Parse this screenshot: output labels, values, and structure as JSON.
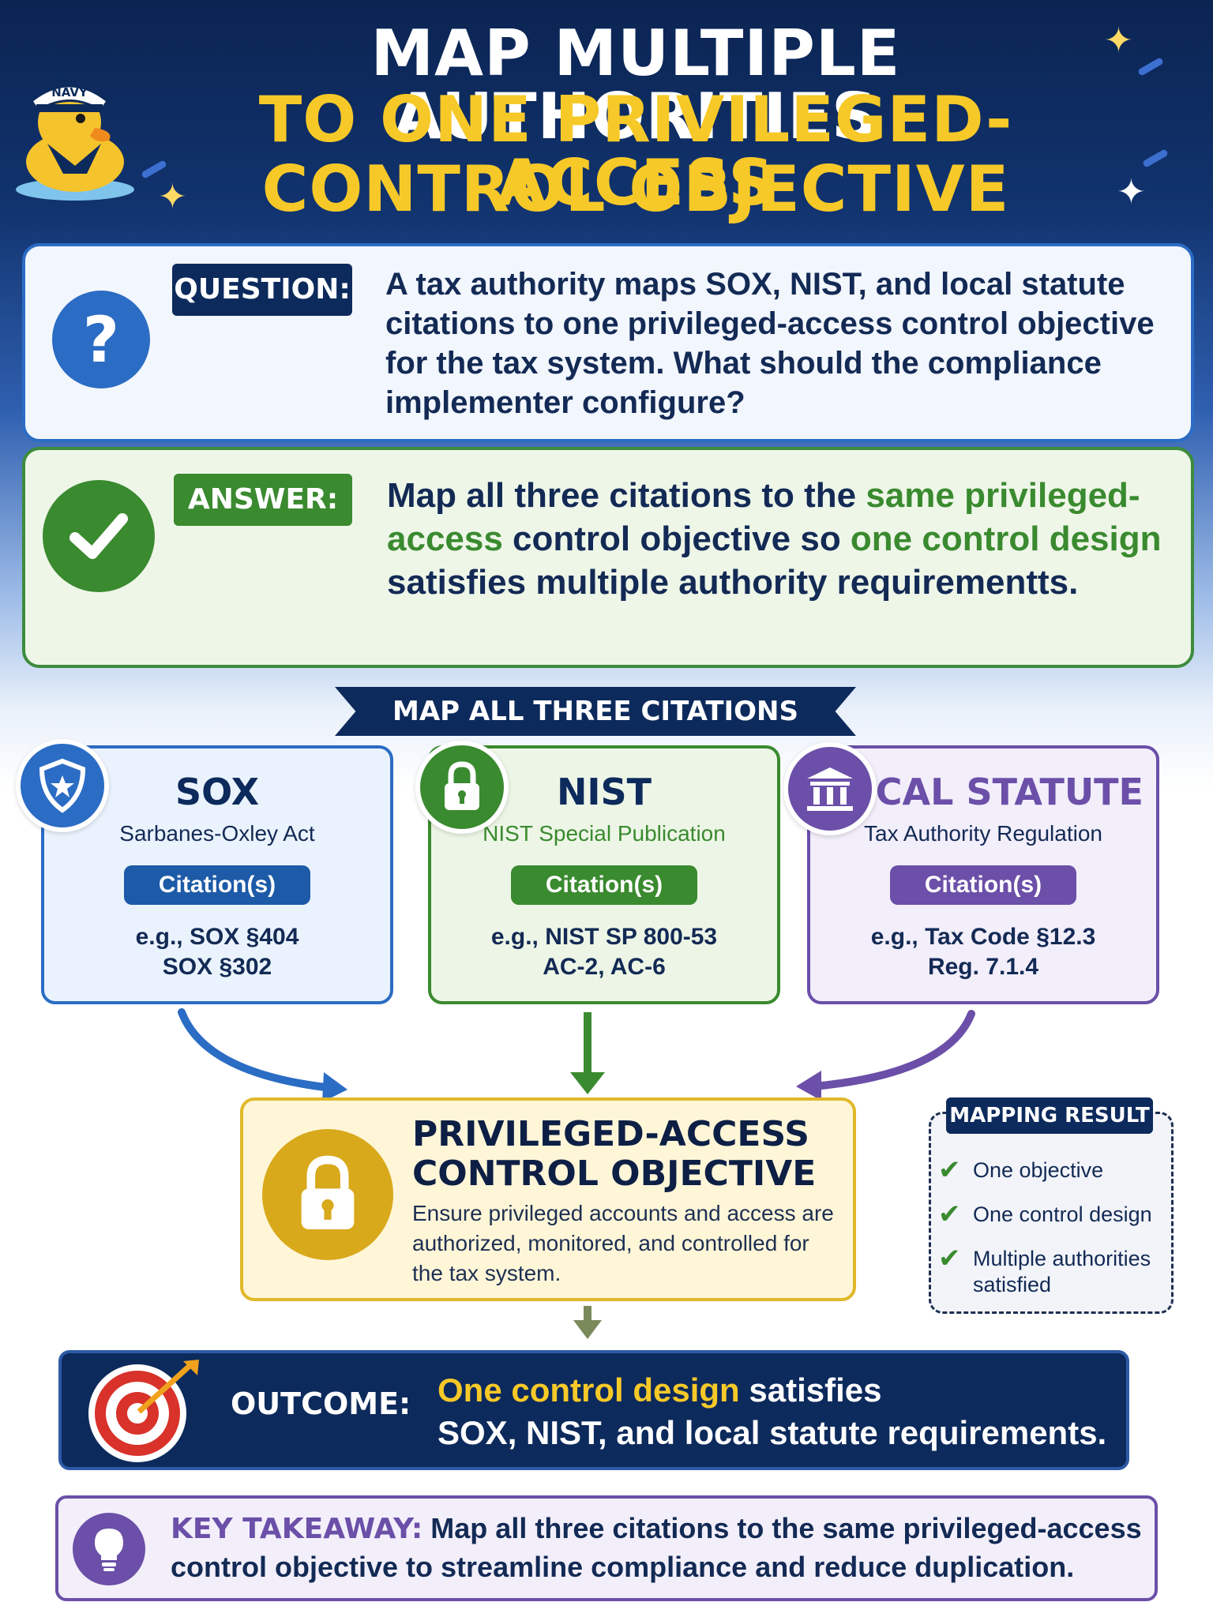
{
  "header": {
    "title_line1": "MAP MULTIPLE AUTHORITIES",
    "title_line2": "TO ONE PRIVILEGED-ACCESS",
    "title_line3": "CONTROL OBJECTIVE",
    "mascot_hat_text": "NAVY"
  },
  "question": {
    "label": "QUESTION:",
    "text": "A tax authority maps SOX, NIST, and local statute citations to one privileged-access control objective for the tax system. What should the compliance implementer configure?"
  },
  "answer": {
    "label": "ANSWER:",
    "part1": "Map all three citations to the ",
    "hl1": "same privileged-access",
    "part2": " control objective so ",
    "hl2": "one control design",
    "part3": " satisfies multiple authority requirementts."
  },
  "ribbon": {
    "label": "MAP ALL THREE CITATIONS"
  },
  "authorities": [
    {
      "title": "SOX",
      "subtitle": "Sarbanes-Oxley Act",
      "pill": "Citation(s)",
      "example_line1": "e.g., SOX §404",
      "example_line2": "SOX §302",
      "color": "#2b6cc4",
      "icon": "shield-star-icon"
    },
    {
      "title": "NIST",
      "subtitle": "NIST Special Publication",
      "pill": "Citation(s)",
      "example_line1": "e.g., NIST SP 800-53",
      "example_line2": "AC-2, AC-6",
      "color": "#3a8a2f",
      "icon": "padlock-icon"
    },
    {
      "title": "LOCAL STATUTE",
      "subtitle": "Tax Authority Regulation",
      "pill": "Citation(s)",
      "example_line1": "e.g., Tax Code §12.3",
      "example_line2": "Reg. 7.1.4",
      "color": "#6b4fa8",
      "icon": "courthouse-icon"
    }
  ],
  "objective": {
    "title_line1": "PRIVILEGED-ACCESS",
    "title_line2": "CONTROL OBJECTIVE",
    "description": "Ensure privileged accounts and access are authorized, monitored, and controlled for the tax system."
  },
  "mapping_result": {
    "title": "MAPPING RESULT",
    "items": [
      "One objective",
      "One control design",
      "Multiple authorities satisfied"
    ]
  },
  "outcome": {
    "label": "OUTCOME:",
    "hl": "One control design",
    "text1": " satisfies",
    "text2": "SOX, NIST, and local statute requirements."
  },
  "takeaway": {
    "label": "KEY TAKEAWAY:",
    "text": " Map all three citations to the same privileged-access control objective to streamline compliance and reduce duplication."
  },
  "colors": {
    "navy": "#0d2a5c",
    "blue": "#2b6cc4",
    "green": "#3a8a2f",
    "purple": "#6b4fa8",
    "gold": "#e1b82a",
    "yellow_text": "#f7c928"
  }
}
